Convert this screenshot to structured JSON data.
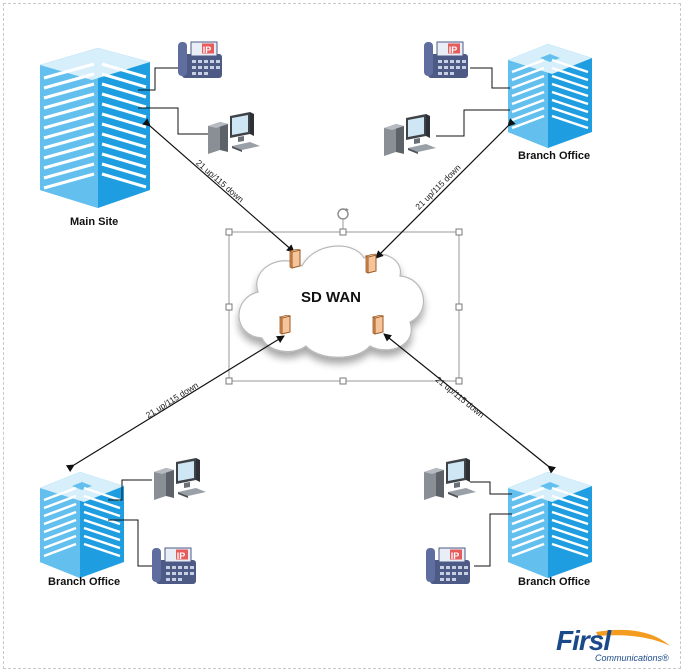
{
  "sites": {
    "main": {
      "label": "Main Site",
      "link_label": "21 up/115 down"
    },
    "branch_top_right": {
      "label": "Branch Office",
      "link_label": "21 up/115 down"
    },
    "branch_bottom_left": {
      "label": "Branch Office",
      "link_label": "21 up/115 down"
    },
    "branch_bottom_right": {
      "label": "Branch Office",
      "link_label": "21 up/115 down"
    }
  },
  "cloud": {
    "label": "SD WAN"
  },
  "phone_badge": "IP",
  "logo": {
    "name": "Firsl",
    "tagline": "Communications®"
  },
  "colors": {
    "building_blue": "#1e9ee0",
    "building_light": "#bfe6f8",
    "appliance_fill": "#f5c49b",
    "appliance_stroke": "#b56a2c",
    "phone_body": "#5a6b9a",
    "phone_badge": "#e65c5c",
    "logo_blue": "#1b4a8a",
    "logo_orange": "#f39c1f"
  },
  "icons": [
    "building-icon",
    "ip-phone-icon",
    "desktop-computer-icon",
    "sdwan-appliance-icon",
    "cloud-icon",
    "rotate-handle-icon"
  ]
}
